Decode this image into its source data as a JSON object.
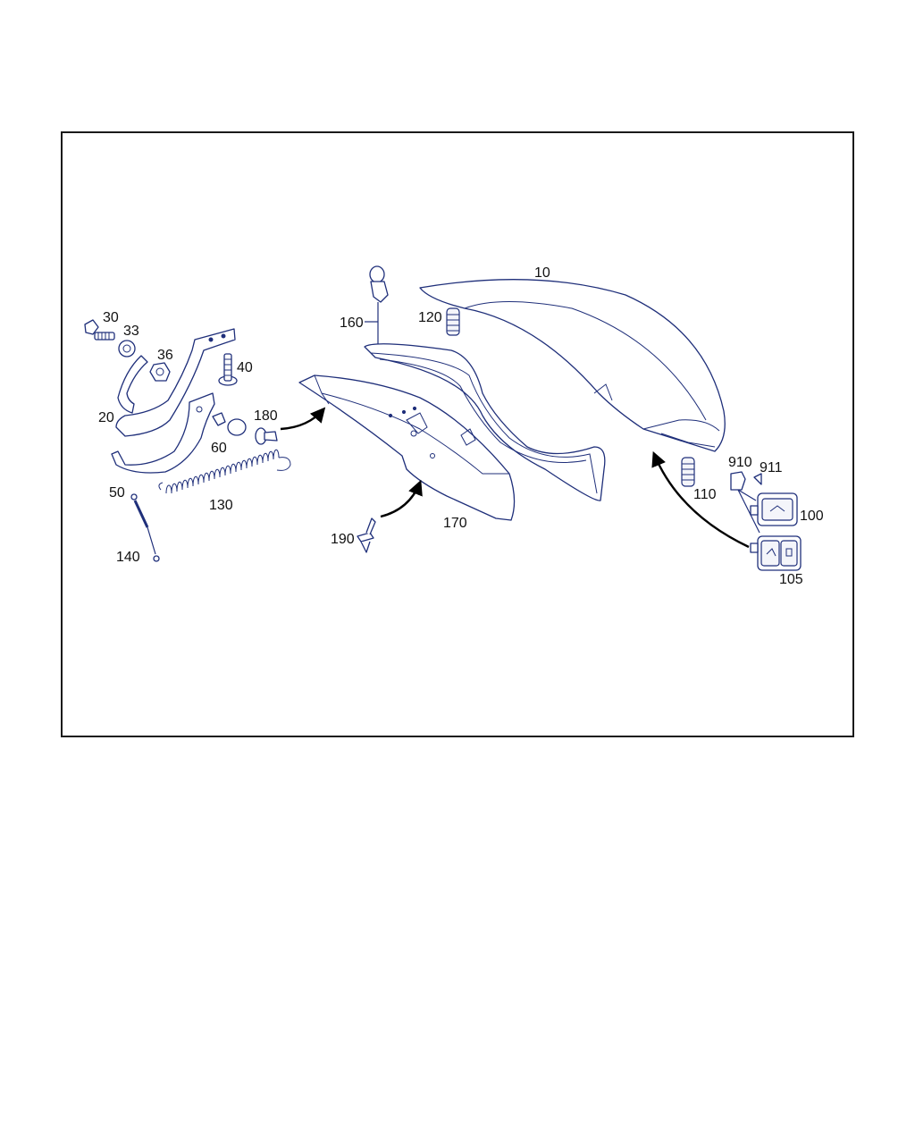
{
  "callouts": {
    "p10": "10",
    "p20": "20",
    "p30": "30",
    "p33": "33",
    "p36": "36",
    "p40": "40",
    "p50": "50",
    "p60": "60",
    "p100": "100",
    "p105": "105",
    "p110": "110",
    "p120": "120",
    "p130": "130",
    "p140": "140",
    "p160": "160",
    "p170": "170",
    "p180": "180",
    "p190": "190",
    "p910": "910",
    "p911": "911"
  },
  "colors": {
    "line_art": "#1f2f7a",
    "arrows": "#000000",
    "frame": "#1a1a1a"
  }
}
